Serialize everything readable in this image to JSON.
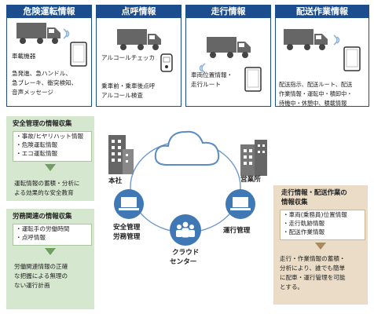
{
  "panels": [
    {
      "title": "危険運転情報",
      "lines": [
        "車載機器",
        "急発進、急ハンドル、",
        "急ブレーキ、衝突検知、",
        "音声メッセージ"
      ]
    },
    {
      "title": "点呼情報",
      "lines": [
        "アルコールチェッカ",
        "乗車前・乗車後点呼",
        "アルコール検査"
      ]
    },
    {
      "title": "走行情報",
      "lines": [
        "車両位置情報・",
        "走行ルート"
      ]
    },
    {
      "title": "配送作業情報",
      "lines": [
        "配送指示、配送ルート、配送",
        "作業情報・運転中・積卸中・",
        "待機中・休憩中、積載情報"
      ]
    }
  ],
  "safety": {
    "title": "安全管理の情報収集",
    "items": [
      "・事故/ヒヤリハット情報",
      "・危険運転情報",
      "・エコ運転情報"
    ],
    "desc": [
      "運転情報の蓄積・分析に",
      "よる効果的な安全教育"
    ]
  },
  "labor": {
    "title": "労務関連の情報収集",
    "items": [
      "・運転手の労働時間",
      "・点呼情報"
    ],
    "desc": [
      "労働関連情報の正確",
      "な把握による無理の",
      "ない運行計画"
    ]
  },
  "travel": {
    "title": [
      "走行情報・配送作業の",
      "情報収集"
    ],
    "items": [
      "・車両(乗務員)位置情報",
      "・走行軌跡情報",
      "・配送作業情報"
    ],
    "desc": [
      "走行・作業情報の蓄積・",
      "分析により、誰でも簡単",
      "に配車・運行管理を可能",
      "とする。"
    ]
  },
  "nodes": {
    "head_office": "本社",
    "branch": "営業所",
    "safety_mgmt": [
      "安全管理",
      "労務管理"
    ],
    "cloud_center": [
      "クラウド",
      "センター"
    ],
    "operation_mgmt": "運行管理"
  },
  "colors": {
    "panel_blue": "#1c4e8f",
    "green_bg": "#d6e7d0",
    "green_line": "#7ba86e",
    "tan_bg": "#eadcc6",
    "tan_line": "#b8986a",
    "node_blue": "#3f78b5",
    "cloud_line": "#5a8cc2",
    "truck": "#666666",
    "wifi": "#8ab1d8"
  }
}
